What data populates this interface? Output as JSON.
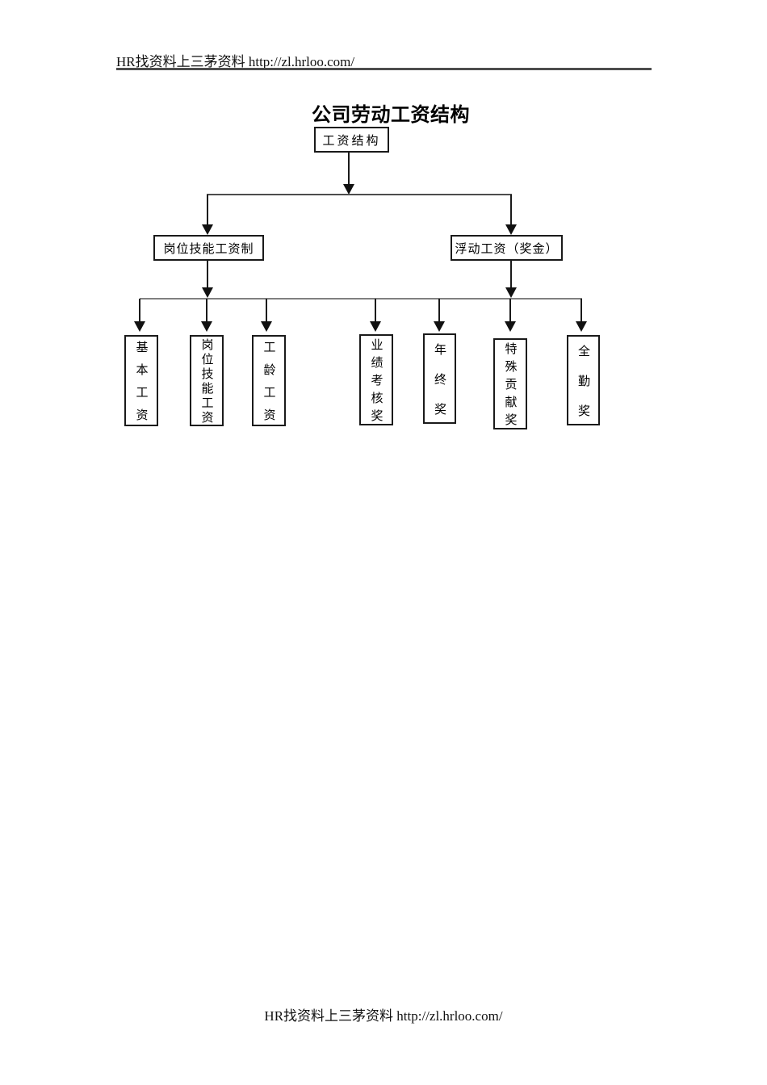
{
  "header": {
    "text": "HR找资料上三茅资料 http://zl.hrloo.com/"
  },
  "footer": {
    "text": "HR找资料上三茅资料 http://zl.hrloo.com/"
  },
  "diagram": {
    "title": "公司劳动工资结构",
    "root": {
      "label": "工资结构"
    },
    "branches": [
      {
        "label": "岗位技能工资制",
        "children": [
          {
            "label": "基本工资"
          },
          {
            "label": "岗位技能工资"
          },
          {
            "label": "工龄工资"
          }
        ]
      },
      {
        "label": "浮动工资（奖金）",
        "children": [
          {
            "label": "业绩考核奖"
          },
          {
            "label": "年终奖"
          },
          {
            "label": "特殊贡献奖"
          },
          {
            "label": "全勤奖"
          }
        ]
      }
    ]
  },
  "colors": {
    "text": "#000000",
    "box_border": "#1a1a1a",
    "connector_dark": "#4d4d4d",
    "connector_gray": "#808080",
    "background": "#ffffff"
  }
}
